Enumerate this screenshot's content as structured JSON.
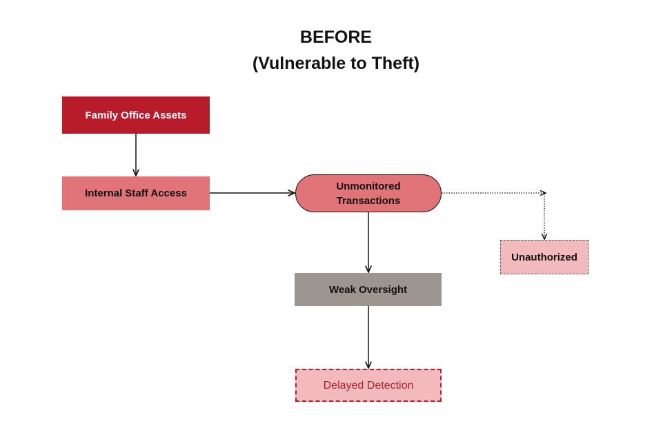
{
  "diagram": {
    "title_line1": "BEFORE",
    "title_line2": "(Vulnerable to Theft)",
    "nodes": {
      "assets": "Family Office Assets",
      "staff": "Internal Staff Access",
      "transactions": "Unmonitored\nTransactions",
      "oversight": "Weak Oversight",
      "delayed": "Delayed Detection",
      "unauthorized": "Unauthorized"
    },
    "edges": [
      {
        "from": "assets",
        "to": "staff",
        "style": "solid"
      },
      {
        "from": "staff",
        "to": "transactions",
        "style": "solid"
      },
      {
        "from": "transactions",
        "to": "oversight",
        "style": "solid"
      },
      {
        "from": "oversight",
        "to": "delayed",
        "style": "solid"
      },
      {
        "from": "transactions",
        "to": "unauthorized",
        "style": "dotted"
      }
    ],
    "colors": {
      "dark_red": "#b81c2b",
      "salmon": "#e07479",
      "pink": "#f2babd",
      "gray": "#9d958f"
    }
  }
}
